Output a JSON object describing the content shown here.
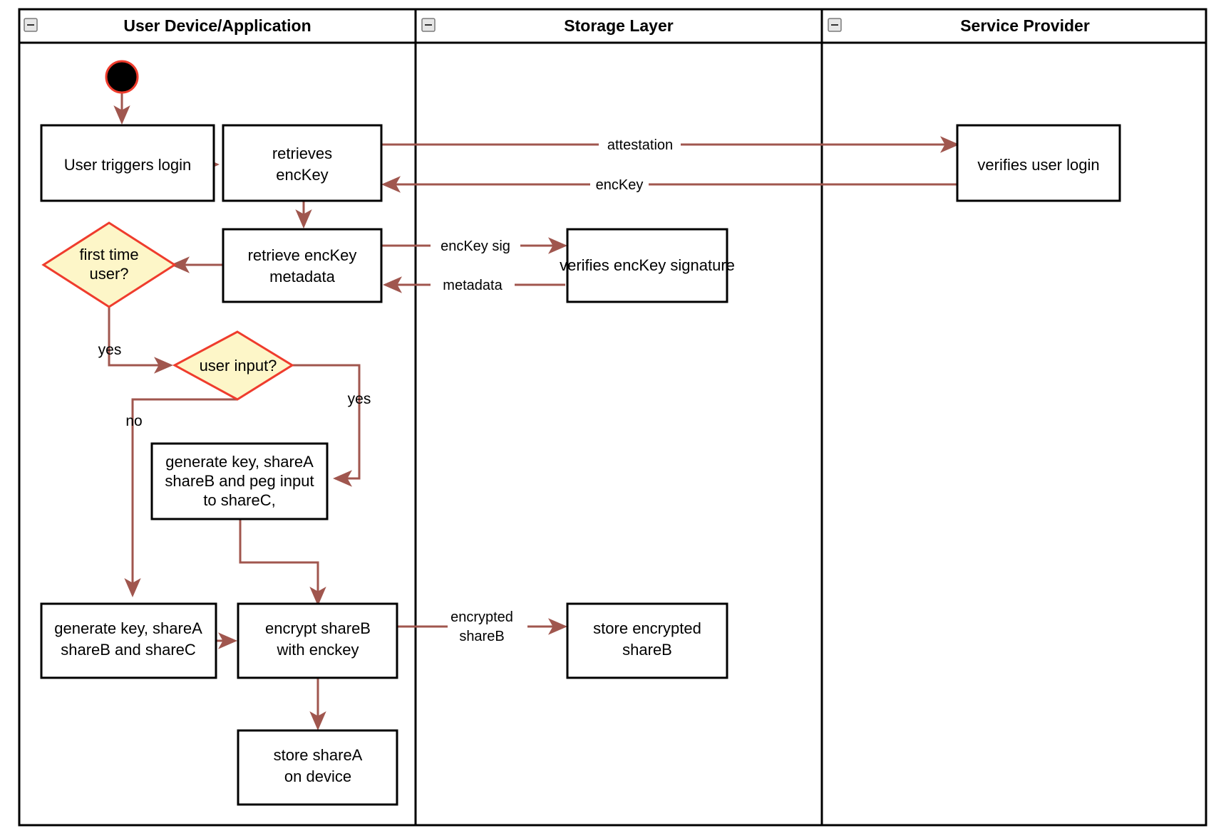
{
  "diagram": {
    "title": "User login and key share provisioning activity diagram",
    "type": "uml-activity-swimlane",
    "colors": {
      "flow_arrow": "#a0564e",
      "decision_fill": "#fdf6c8",
      "decision_stroke": "#ef3c2d",
      "node_stroke": "#000000",
      "node_fill": "#ffffff",
      "start_node_fill": "#000000",
      "start_node_ring": "#ef3c2d",
      "lane_border": "#000000"
    }
  },
  "lanes": [
    {
      "id": "user-device",
      "label": "User Device/Application",
      "collapse_icon": "minus-icon"
    },
    {
      "id": "storage-layer",
      "label": "Storage Layer",
      "collapse_icon": "minus-icon"
    },
    {
      "id": "service-provider",
      "label": "Service Provider",
      "collapse_icon": "minus-icon"
    }
  ],
  "nodes": {
    "start": {
      "label": "",
      "shape": "initial-node",
      "lane": "user-device"
    },
    "user_triggers_login": {
      "label": "User triggers login",
      "lines": [
        "User triggers login"
      ],
      "shape": "action",
      "lane": "user-device"
    },
    "retrieves_enckey": {
      "label": "retrieves encKey",
      "lines": [
        "retrieves",
        "encKey"
      ],
      "shape": "action",
      "lane": "user-device"
    },
    "verifies_user_login": {
      "label": "verifies user login",
      "lines": [
        "verifies user login"
      ],
      "shape": "action",
      "lane": "service-provider"
    },
    "retrieve_enckey_metadata": {
      "label": "retrieve encKey metadata",
      "lines": [
        "retrieve encKey",
        "metadata"
      ],
      "shape": "action",
      "lane": "user-device"
    },
    "verifies_enckey_signature": {
      "label": "verifies encKey signature",
      "lines": [
        "verifies encKey signature"
      ],
      "shape": "action",
      "lane": "storage-layer"
    },
    "first_time_user": {
      "label": "first time user?",
      "lines": [
        "first time",
        "user?"
      ],
      "shape": "decision",
      "lane": "user-device"
    },
    "user_input": {
      "label": "user input?",
      "lines": [
        "user input?"
      ],
      "shape": "decision",
      "lane": "user-device"
    },
    "generate_peg": {
      "label": "generate key, shareA shareB and peg input to shareC,",
      "lines": [
        "generate key, shareA",
        "shareB and peg input",
        "to shareC,"
      ],
      "shape": "action",
      "lane": "user-device"
    },
    "generate_abc": {
      "label": "generate key, shareA shareB and shareC",
      "lines": [
        "generate key, shareA",
        "shareB and shareC"
      ],
      "shape": "action",
      "lane": "user-device"
    },
    "encrypt_shareb": {
      "label": "encrypt shareB with enckey",
      "lines": [
        "encrypt shareB",
        "with enckey"
      ],
      "shape": "action",
      "lane": "user-device"
    },
    "store_encrypted_shareb": {
      "label": "store encrypted shareB",
      "lines": [
        "store encrypted",
        "shareB"
      ],
      "shape": "action",
      "lane": "storage-layer"
    },
    "store_sharea": {
      "label": "store shareA on device",
      "lines": [
        "store shareA",
        "on device"
      ],
      "shape": "action",
      "lane": "user-device"
    }
  },
  "edges": [
    {
      "id": "e-start-login",
      "from": "start",
      "to": "user_triggers_login",
      "label": ""
    },
    {
      "id": "e-login-retrieves",
      "from": "user_triggers_login",
      "to": "retrieves_enckey",
      "label": ""
    },
    {
      "id": "e-attestation",
      "from": "retrieves_enckey",
      "to": "verifies_user_login",
      "label": "attestation"
    },
    {
      "id": "e-enckey-back",
      "from": "verifies_user_login",
      "to": "retrieves_enckey",
      "label": "encKey"
    },
    {
      "id": "e-retrieves-metadata",
      "from": "retrieves_enckey",
      "to": "retrieve_enckey_metadata",
      "label": ""
    },
    {
      "id": "e-enckey-sig",
      "from": "retrieve_enckey_metadata",
      "to": "verifies_enckey_signature",
      "label": "encKey sig"
    },
    {
      "id": "e-metadata-back",
      "from": "verifies_enckey_signature",
      "to": "retrieve_enckey_metadata",
      "label": "metadata"
    },
    {
      "id": "e-metadata-firsttime",
      "from": "retrieve_enckey_metadata",
      "to": "first_time_user",
      "label": ""
    },
    {
      "id": "e-firsttime-yes",
      "from": "first_time_user",
      "to": "user_input",
      "label": "yes"
    },
    {
      "id": "e-userinput-yes",
      "from": "user_input",
      "to": "generate_peg",
      "label": "yes"
    },
    {
      "id": "e-userinput-no",
      "from": "user_input",
      "to": "generate_abc",
      "label": "no"
    },
    {
      "id": "e-peg-encrypt",
      "from": "generate_peg",
      "to": "encrypt_shareb",
      "label": ""
    },
    {
      "id": "e-abc-encrypt",
      "from": "generate_abc",
      "to": "encrypt_shareb",
      "label": ""
    },
    {
      "id": "e-encrypted-shareb",
      "from": "encrypt_shareb",
      "to": "store_encrypted_shareb",
      "label": "encrypted shareB",
      "lines": [
        "encrypted",
        "shareB"
      ]
    },
    {
      "id": "e-encrypt-storea",
      "from": "encrypt_shareb",
      "to": "store_sharea",
      "label": ""
    }
  ],
  "labels": {
    "attestation": "attestation",
    "enckey": "encKey",
    "enckey_sig": "encKey sig",
    "metadata": "metadata",
    "yes_first_time": "yes",
    "yes_user_input": "yes",
    "no_user_input": "no",
    "encrypted_1": "encrypted",
    "encrypted_2": "shareB"
  }
}
